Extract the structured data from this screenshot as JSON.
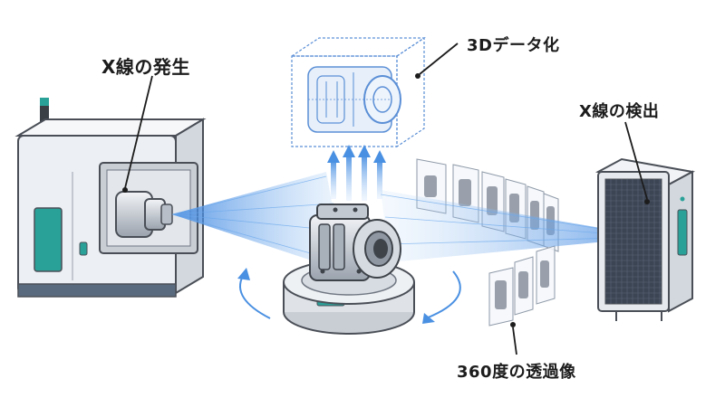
{
  "labels": {
    "xray_generation": "X線の発生",
    "data_3d": "3Dデータ化",
    "xray_detection": "X線の検出",
    "transmission_360": "360度の透過像"
  },
  "colors": {
    "beam": "#4a90e2",
    "machine_body": "#eceff3",
    "machine_outline": "#4a4f57",
    "accent_teal": "#2aa198",
    "detector_panel": "#3c4553",
    "hologram": "#5b8fd6"
  }
}
